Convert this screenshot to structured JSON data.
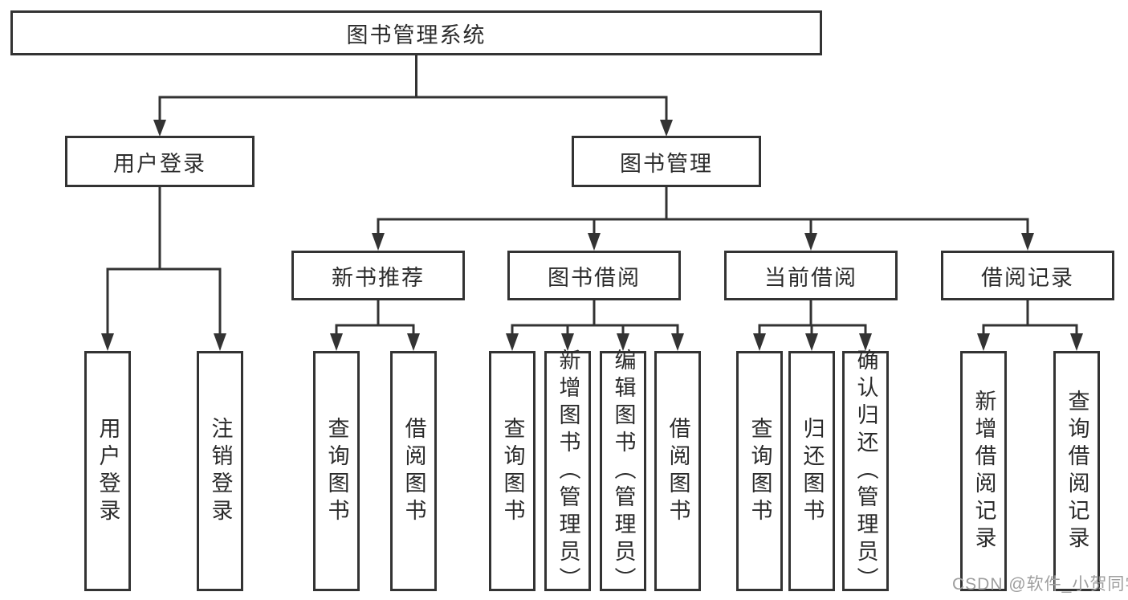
{
  "tree": {
    "label": "图书管理系统",
    "children": [
      {
        "label": "用户登录",
        "children": [
          {
            "label": "用户登录"
          },
          {
            "label": "注销登录"
          }
        ]
      },
      {
        "label": "图书管理",
        "children": [
          {
            "label": "新书推荐",
            "children": [
              {
                "label": "查询图书"
              },
              {
                "label": "借阅图书"
              }
            ]
          },
          {
            "label": "图书借阅",
            "children": [
              {
                "label": "查询图书"
              },
              {
                "label": "新增图书（管理员）"
              },
              {
                "label": "编辑图书（管理员）"
              },
              {
                "label": "借阅图书"
              }
            ]
          },
          {
            "label": "当前借阅",
            "children": [
              {
                "label": "查询图书"
              },
              {
                "label": "归还图书"
              },
              {
                "label": "确认归还（管理员）"
              }
            ]
          },
          {
            "label": "借阅记录",
            "children": [
              {
                "label": "新增借阅记录"
              },
              {
                "label": "查询借阅记录"
              }
            ]
          }
        ]
      }
    ]
  },
  "watermark": "CSDN @软件_小贺同学",
  "colors": {
    "line": "#333333",
    "box_border": "#333333",
    "box_fill": "#ffffff",
    "text": "#2b2b2b",
    "watermark": "#9e9e9e",
    "background": "#ffffff"
  }
}
